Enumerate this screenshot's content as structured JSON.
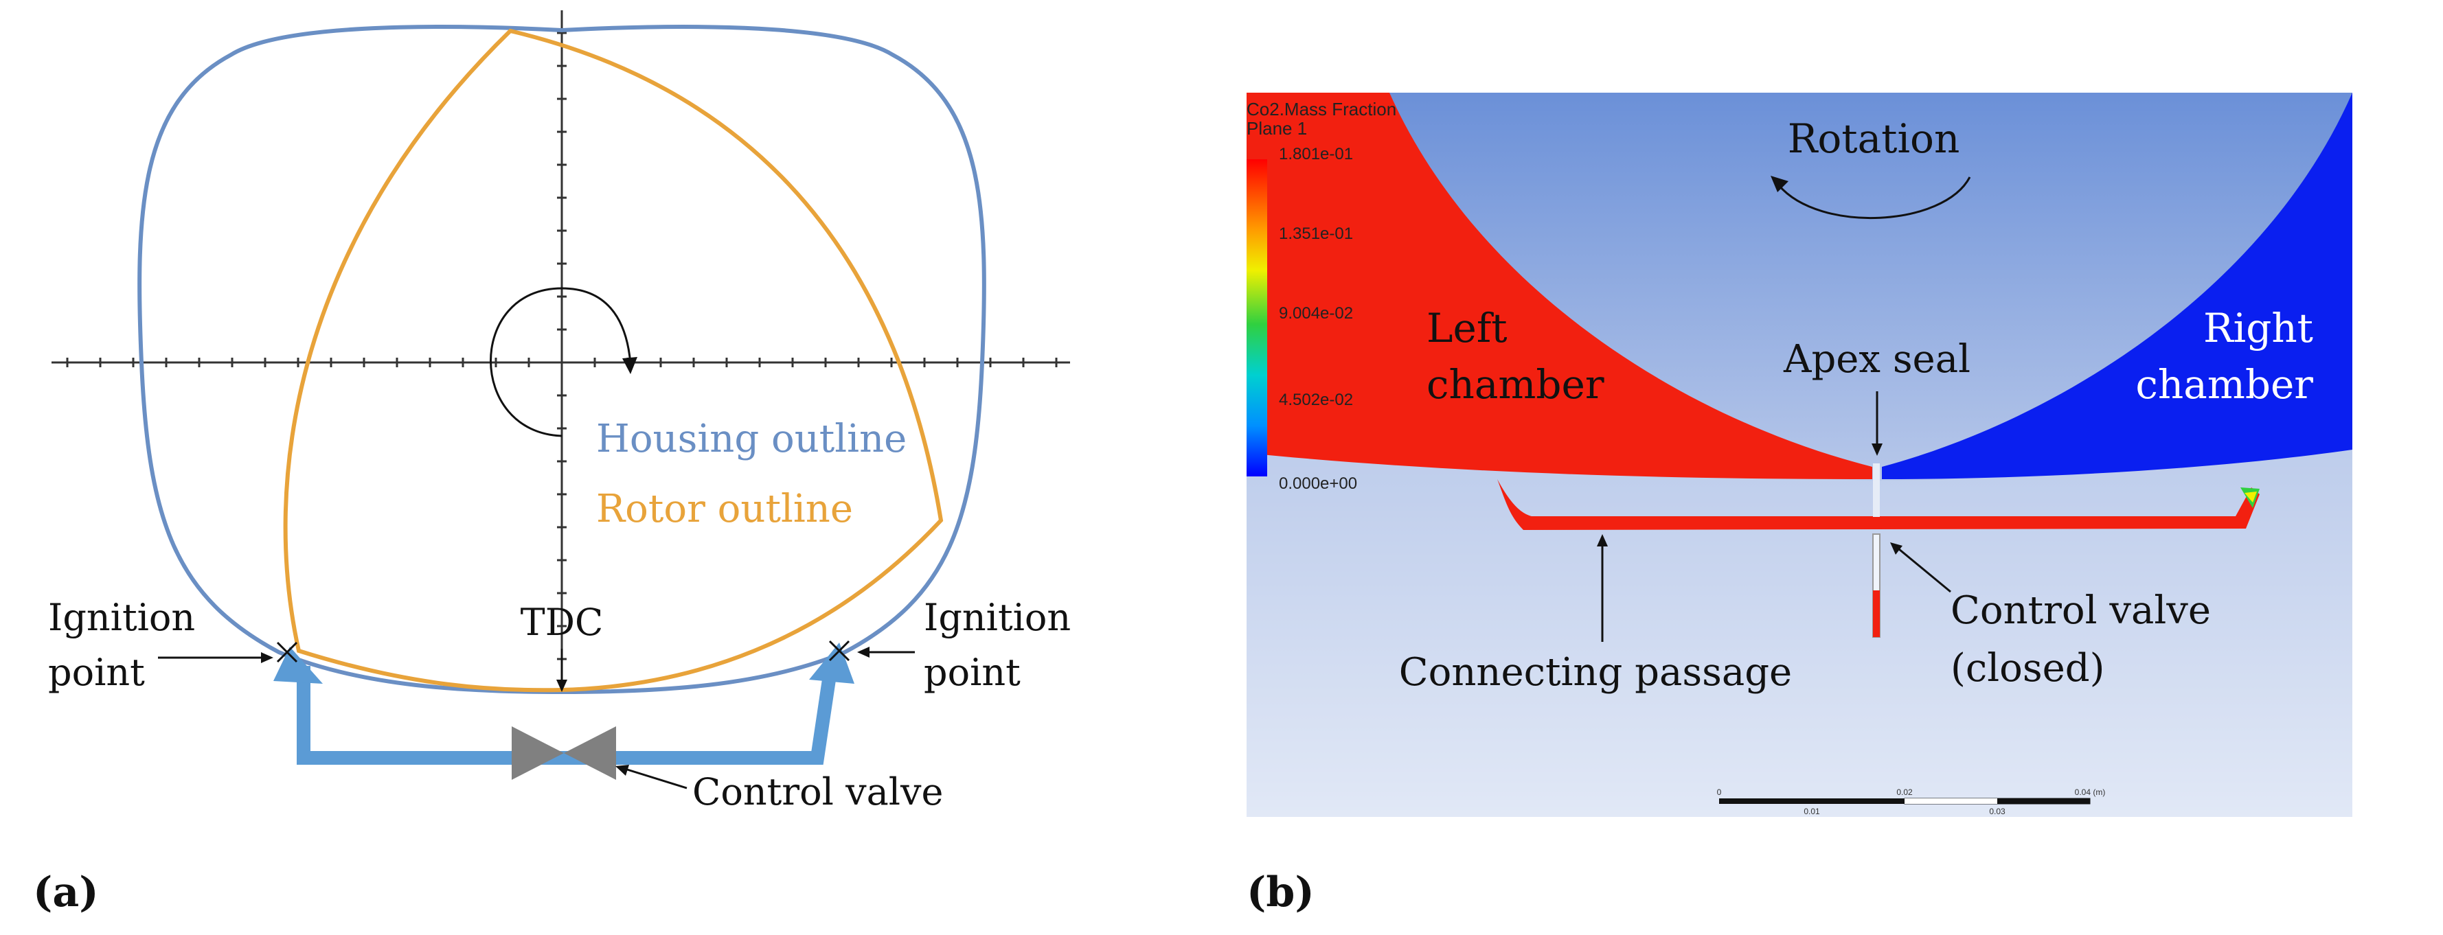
{
  "panel_a": {
    "label": "(a)",
    "legend": {
      "housing": "Housing outline",
      "rotor": "Rotor outline"
    },
    "tdc": "TDC",
    "ignition_left": [
      "Ignition",
      "point"
    ],
    "ignition_right": [
      "Ignition",
      "point"
    ],
    "control_valve": "Control valve",
    "colors": {
      "housing": "#6a8fc4",
      "rotor": "#e8a33a",
      "passage": "#5b9bd5",
      "valve": "#808080"
    }
  },
  "panel_b": {
    "label": "(b)",
    "colorbar": {
      "title": [
        "Co2.Mass Fraction",
        "Plane 1"
      ],
      "ticks": [
        "1.801e-01",
        "1.351e-01",
        "9.004e-02",
        "4.502e-02",
        "0.000e+00"
      ]
    },
    "rotation": "Rotation",
    "left_chamber": [
      "Left",
      "chamber"
    ],
    "right_chamber": [
      "Right",
      "chamber"
    ],
    "apex_seal": "Apex seal",
    "connecting_passage": "Connecting passage",
    "control_valve": [
      "Control valve",
      "(closed)"
    ],
    "scale": {
      "top": [
        "0",
        "0.02",
        "0.04 (m)"
      ],
      "bottom": [
        "0.01",
        "0.03"
      ]
    },
    "colors": {
      "high": "#f22010",
      "low": "#0a1ff0"
    }
  }
}
